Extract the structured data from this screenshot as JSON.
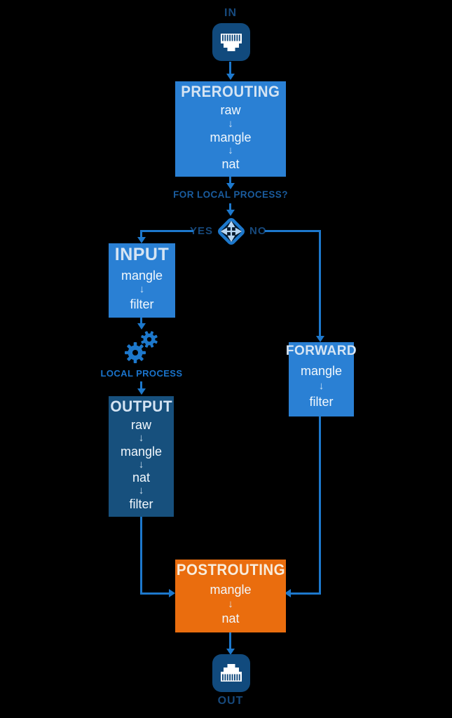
{
  "labels": {
    "in": "IN",
    "out": "OUT",
    "question": "FOR LOCAL PROCESS?",
    "yes": "YES",
    "no": "NO",
    "local_process": "LOCAL PROCESS"
  },
  "boxes": {
    "prerouting": {
      "title": "PREROUTING",
      "chains": [
        "raw",
        "mangle",
        "nat"
      ]
    },
    "input": {
      "title": "INPUT",
      "chains": [
        "mangle",
        "filter"
      ]
    },
    "forward": {
      "title": "FORWARD",
      "chains": [
        "mangle",
        "filter"
      ]
    },
    "output": {
      "title": "OUTPUT",
      "chains": [
        "raw",
        "mangle",
        "nat",
        "filter"
      ]
    },
    "postrouting": {
      "title": "POSTROUTING",
      "chains": [
        "mangle",
        "nat"
      ]
    }
  },
  "icons": {
    "in": "ethernet-port-icon",
    "out": "ethernet-port-icon",
    "decision": "routing-decision-diamond-icon",
    "local_process": "gears-icon",
    "connector": "down-arrow"
  },
  "colors": {
    "background": "#000000",
    "box_blue": "#2a80d4",
    "box_navy": "#17507d",
    "box_orange": "#ea6d0e",
    "line_blue": "#1d78cc",
    "label_navy": "#17497c",
    "label_blue": "#1a74cc",
    "question_blue": "#1a5c9e",
    "icon_navy": "#114a7d"
  }
}
